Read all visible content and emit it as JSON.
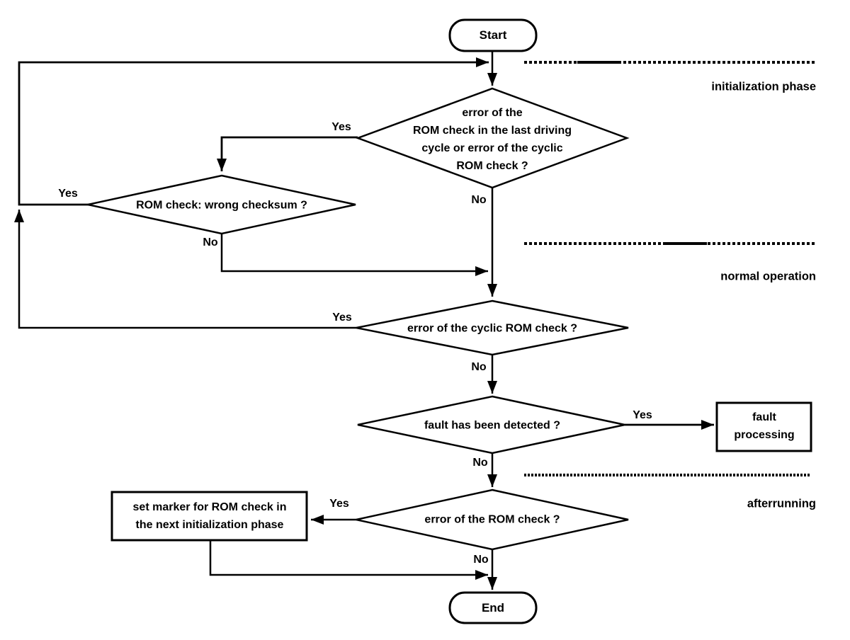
{
  "colors": {
    "ink": "#000000",
    "background": "#ffffff"
  },
  "flowchart": {
    "terminals": {
      "start": "Start",
      "end": "End"
    },
    "branch": {
      "yes": "Yes",
      "no": "No"
    },
    "decisions": [
      {
        "id": "rom-check-history",
        "lines": [
          "error of the",
          "ROM check in the last driving",
          "cycle or error of the cyclic",
          "ROM check ?"
        ]
      },
      {
        "id": "wrong-checksum",
        "lines": [
          "ROM check: wrong checksum ?"
        ]
      },
      {
        "id": "cyclic-rom-check-error",
        "lines": [
          "error of the cyclic ROM check ?"
        ]
      },
      {
        "id": "fault-detected",
        "lines": [
          "fault has been detected ?"
        ]
      },
      {
        "id": "rom-check-error",
        "lines": [
          "error of the ROM check ?"
        ]
      }
    ],
    "processes": [
      {
        "id": "fault-processing",
        "lines": [
          "fault",
          "processing"
        ]
      },
      {
        "id": "set-marker",
        "lines": [
          "set marker for ROM check in",
          "the next initialization phase"
        ]
      }
    ],
    "phases": [
      {
        "label": "initialization phase"
      },
      {
        "label": "normal operation"
      },
      {
        "label": "afterrunning"
      }
    ]
  }
}
